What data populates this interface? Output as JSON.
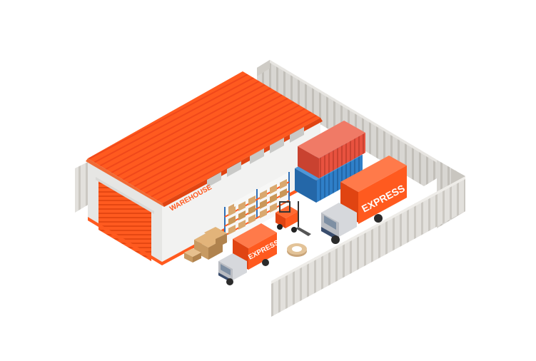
{
  "scene": {
    "warehouse_sign": "WAREHOUSE",
    "large_truck_label": "EXPRESS",
    "small_truck_label": "EXPRESS"
  },
  "colors": {
    "roof_orange": "#ff5a1f",
    "roof_dark": "#e04412",
    "wall_light": "#f0f0ef",
    "wall_shade": "#d9d9d7",
    "fence_light": "#d8d6d2",
    "fence_dark": "#b9b6b0",
    "container_red": "#e8523f",
    "container_blue": "#2f7fc8",
    "truck_cab": "#d6d8dc",
    "forklift": "#ff5a1f",
    "box_tan": "#c79a62"
  }
}
